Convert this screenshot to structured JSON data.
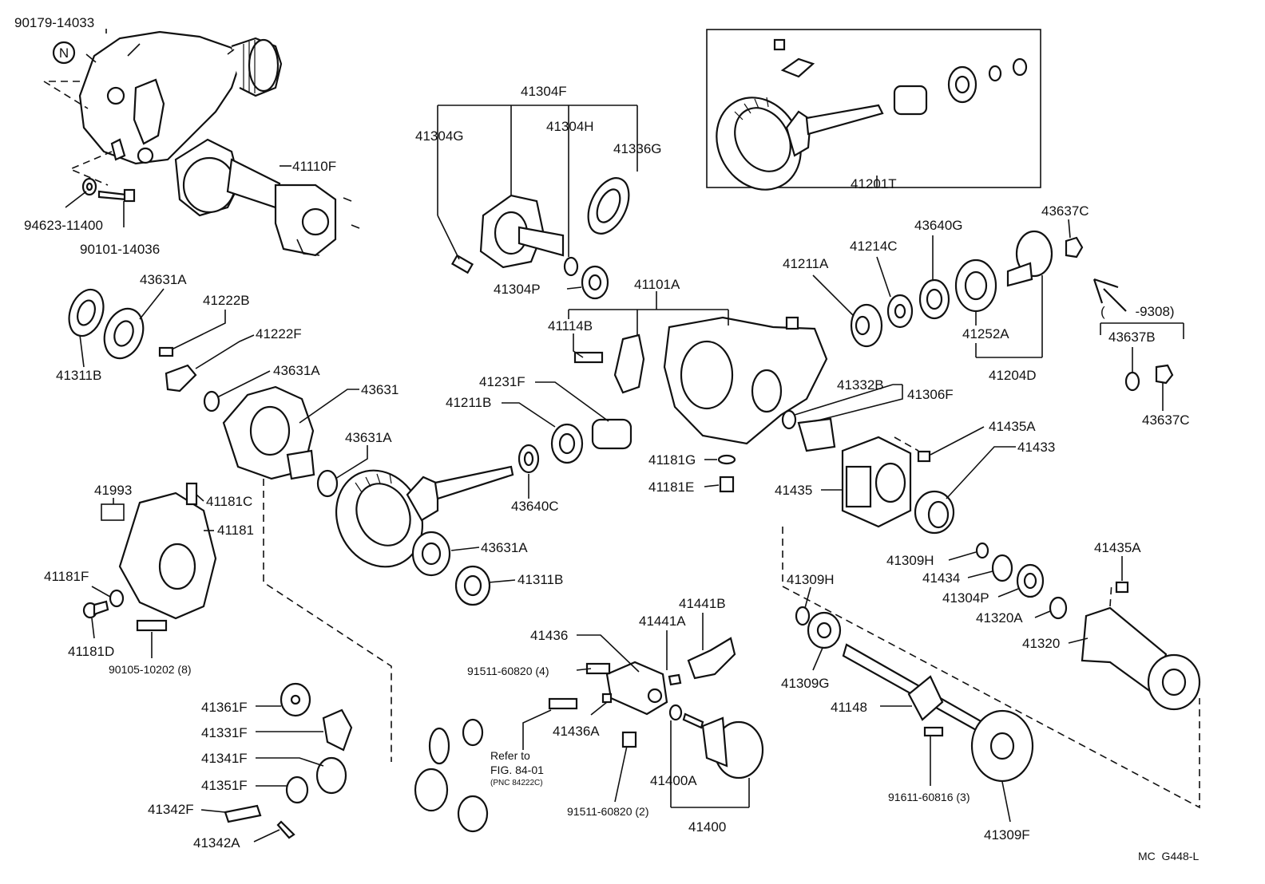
{
  "figure_code": "MC  G448-L",
  "date_note": "(        -9308)",
  "refer_note": {
    "line1": "Refer to",
    "line2": "FIG. 84-01",
    "line3": "(PNC 84222C)"
  },
  "n_marker": "N",
  "part_numbers": {
    "p90179_14033": "90179-14033",
    "p94623_11400": "94623-11400",
    "p90101_14036": "90101-14036",
    "p41110F": "41110F",
    "p41304F": "41304F",
    "p41304G": "41304G",
    "p41304H": "41304H",
    "p41336G": "41336G",
    "p41304P_a": "41304P",
    "p41201T": "41201T",
    "p41211A": "41211A",
    "p41214C": "41214C",
    "p43640G": "43640G",
    "p43637C_a": "43637C",
    "p41252A": "41252A",
    "p41204D": "41204D",
    "p43637B": "43637B",
    "p43637C_b": "43637C",
    "p43631A_a": "43631A",
    "p41311B_a": "41311B",
    "p41222B": "41222B",
    "p41222F": "41222F",
    "p43631A_b": "43631A",
    "p43631": "43631",
    "p43631A_c": "43631A",
    "p41101A": "41101A",
    "p41114B": "41114B",
    "p41231F": "41231F",
    "p41211B": "41211B",
    "p43640C": "43640C",
    "p43631A_d": "43631A",
    "p41311B_b": "41311B",
    "p41332B": "41332B",
    "p41306F": "41306F",
    "p41181G": "41181G",
    "p41181E": "41181E",
    "p41435A_a": "41435A",
    "p41433": "41433",
    "p41435": "41435",
    "p41993": "41993",
    "p41181C": "41181C",
    "p41181": "41181",
    "p41181F": "41181F",
    "p41181D": "41181D",
    "p90105_10202": "90105-10202 (8)",
    "p41309H_a": "41309H",
    "p41434": "41434",
    "p41304P_b": "41304P",
    "p41320A": "41320A",
    "p41435A_b": "41435A",
    "p41320": "41320",
    "p41309H_b": "41309H",
    "p41309G": "41309G",
    "p41148": "41148",
    "p91611_60816": "91611-60816 (3)",
    "p41309F": "41309F",
    "p41441B": "41441B",
    "p41441A": "41441A",
    "p41436": "41436",
    "p91511_60820_4": "91511-60820 (4)",
    "p41436A": "41436A",
    "p91511_60820_2": "91511-60820 (2)",
    "p41400A": "41400A",
    "p41400": "41400",
    "p41361F": "41361F",
    "p41331F": "41331F",
    "p41341F": "41341F",
    "p41351F": "41351F",
    "p41342F": "41342F",
    "p41342A": "41342A"
  }
}
